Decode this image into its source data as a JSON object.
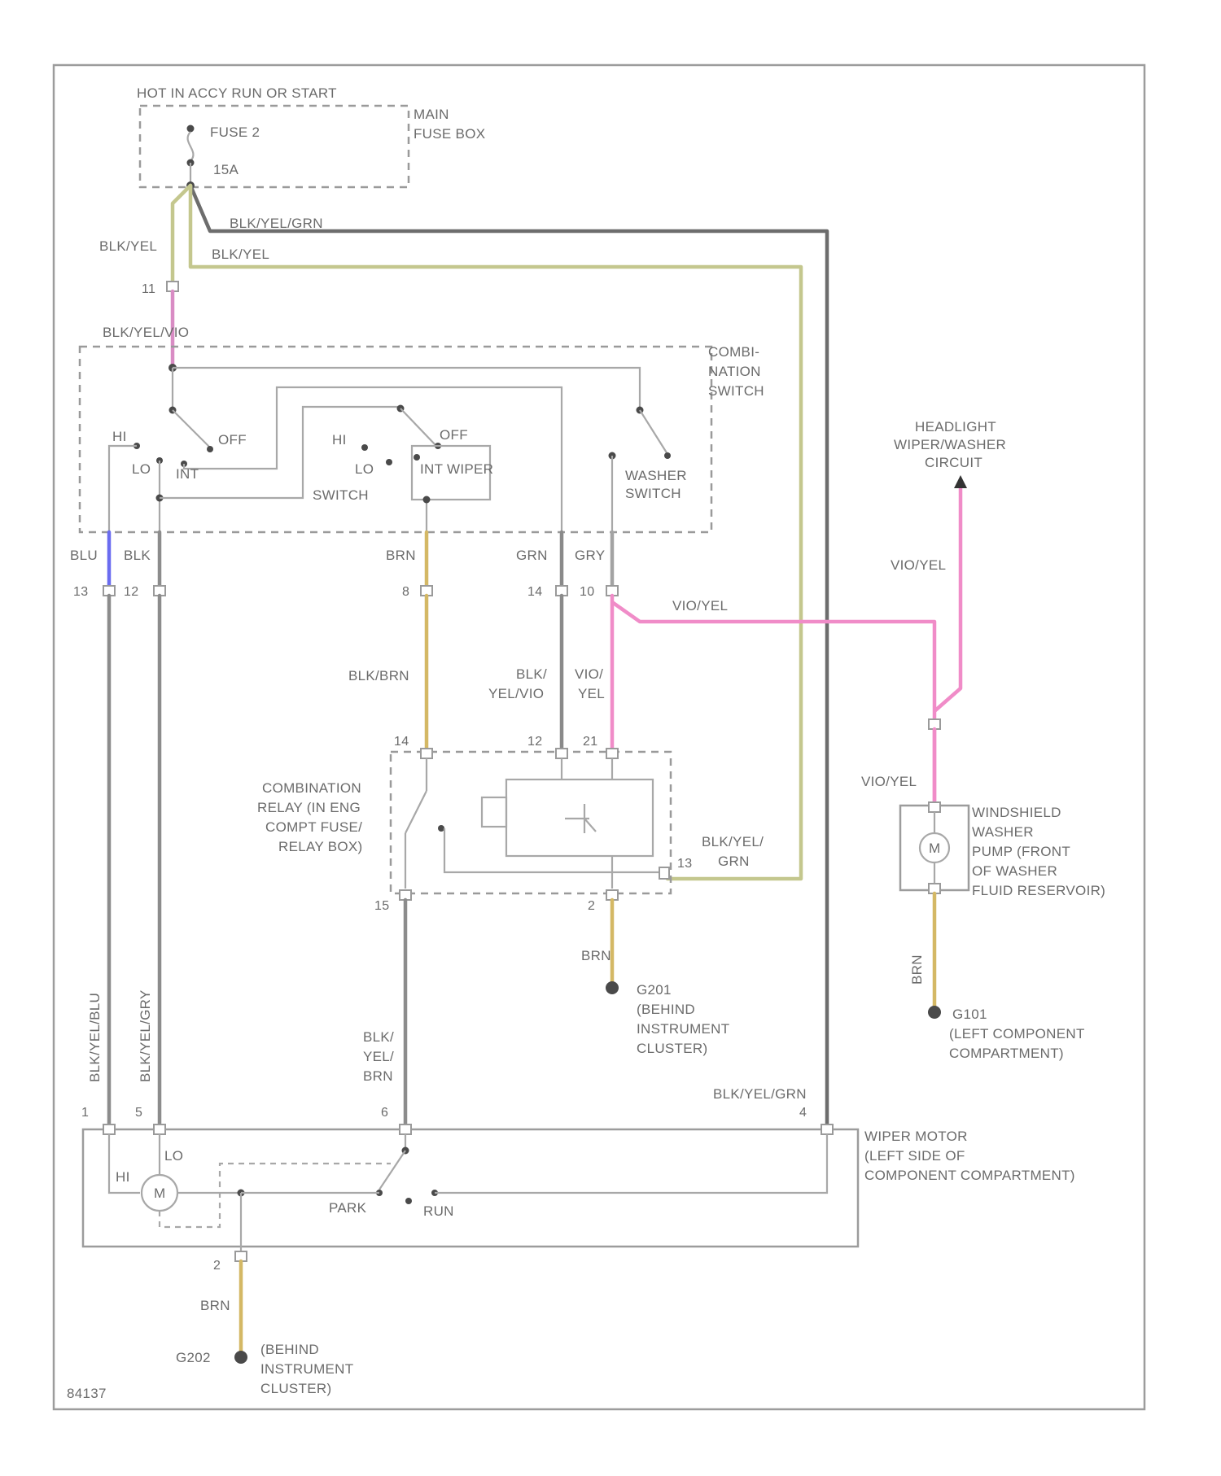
{
  "colors": {
    "blk_yel": "#c4c78e",
    "blk_yel_grn": "#6d6d6d",
    "blk_yel_vio": "#d98cc4",
    "blu": "#6a6cf0",
    "blk": "#8c8c8c",
    "brn": "#d4b865",
    "grn": "#8a8a8a",
    "gry": "#a3a3a3",
    "vio_yel": "#f08cc8",
    "outline": "#9a9a9a"
  },
  "labels": {
    "hot_in": "HOT IN ACCY RUN OR START",
    "fuse": "FUSE 2",
    "fuse_amp": "15A",
    "fuse_box_1": "MAIN",
    "fuse_box_2": "FUSE BOX",
    "w_blk_yel_grn_top": "BLK/YEL/GRN",
    "w_blk_yel_left": "BLK/YEL",
    "w_blk_yel_inner": "BLK/YEL",
    "w_blk_yel_vio": "BLK/YEL/VIO",
    "combo_sw_1": "COMBI-",
    "combo_sw_2": "NATION",
    "combo_sw_3": "SWITCH",
    "hi": "HI",
    "lo": "LO",
    "int": "INT",
    "off": "OFF",
    "hi2": "HI",
    "lo2": "LO",
    "off2": "OFF",
    "int_wiper": "INT WIPER",
    "switch_lbl": "SWITCH",
    "washer_sw_1": "WASHER",
    "washer_sw_2": "SWITCH",
    "headlight_1": "HEADLIGHT",
    "headlight_2": "WIPER/WASHER",
    "headlight_3": "CIRCUIT",
    "w_blu": "BLU",
    "w_blk": "BLK",
    "w_brn_top": "BRN",
    "w_grn": "GRN",
    "w_gry": "GRY",
    "pin_13": "13",
    "pin_12": "12",
    "pin_8": "8",
    "pin_14": "14",
    "pin_10": "10",
    "pin_11": "11",
    "w_vio_yel_mid": "VIO/YEL",
    "w_vio_yel_right": "VIO/YEL",
    "w_blk_brn": "BLK/BRN",
    "w_blk_yel_vio2_1": "BLK/",
    "w_blk_yel_vio2_2": "YEL/VIO",
    "w_vio_yel2_1": "VIO/",
    "w_vio_yel2_2": "YEL",
    "relay_pin_14": "14",
    "relay_pin_12": "12",
    "relay_pin_21": "21",
    "relay_1": "COMBINATION",
    "relay_2": "RELAY (IN ENG",
    "relay_3": "COMPT FUSE/",
    "relay_4": "RELAY BOX)",
    "relay_pin_15": "15",
    "relay_pin_2": "2",
    "relay_pin_13": "13",
    "w_blk_yel_grn_relay_1": "BLK/YEL/",
    "w_blk_yel_grn_relay_2": "GRN",
    "w_vio_yel_pump": "VIO/YEL",
    "pump_1": "WINDSHIELD",
    "pump_2": "WASHER",
    "pump_3": "PUMP (FRONT",
    "pump_4": "OF WASHER",
    "pump_5": "FLUID RESERVOIR)",
    "w_brn_relay": "BRN",
    "w_brn_pump": "BRN",
    "g_relay_1": "G201",
    "g_relay_2": "(BEHIND",
    "g_relay_3": "INSTRUMENT",
    "g_relay_4": "CLUSTER)",
    "g_pump_1": "G101",
    "g_pump_2": "(LEFT COMPONENT",
    "g_pump_3": "COMPARTMENT)",
    "w_motor_1": "BLK/YEL/BLU",
    "w_motor_2": "BLK/YEL/GRY",
    "w_blk_yel_brn_1": "BLK/",
    "w_blk_yel_brn_2": "YEL/",
    "w_blk_yel_brn_3": "BRN",
    "w_blk_yel_grn_motor": "BLK/YEL/GRN",
    "mpin_1": "1",
    "mpin_5": "5",
    "mpin_6": "6",
    "mpin_4": "4",
    "mpin_2": "2",
    "motor_1": "WIPER MOTOR",
    "motor_2": "(LEFT SIDE OF",
    "motor_3": "COMPONENT COMPARTMENT)",
    "m_hi": "HI",
    "m_lo": "LO",
    "m_m": "M",
    "m_pump": "M",
    "park": "PARK",
    "run": "RUN",
    "w_brn_bottom": "BRN",
    "g_bottom_1": "G202",
    "g_bottom_2": "(BEHIND",
    "g_bottom_3": "INSTRUMENT",
    "g_bottom_4": "CLUSTER)",
    "code": "84137"
  }
}
